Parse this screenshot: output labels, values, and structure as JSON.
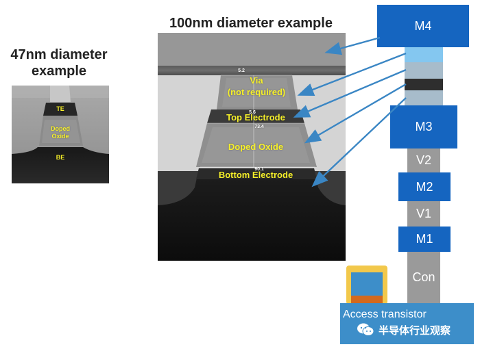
{
  "titles": {
    "small_example": "47nm diameter example",
    "large_example": "100nm diameter example"
  },
  "small_tem": {
    "labels": {
      "te": "TE",
      "doped_oxide": "Doped\nOxide",
      "be": "BE"
    }
  },
  "large_tem": {
    "labels": {
      "via": "Via",
      "via_note": "(not required)",
      "top_electrode": "Top Electrode",
      "doped_oxide": "Doped Oxide",
      "bottom_electrode": "Bottom Electrode"
    },
    "measurements": {
      "m1": "5.2",
      "m2": "5.6",
      "m3": "73.4",
      "m4": "90.1"
    }
  },
  "stack": {
    "m4": "M4",
    "m3": "M3",
    "v2": "V2",
    "m2": "M2",
    "v1": "V1",
    "m1": "M1",
    "con": "Con",
    "access_transistor": "Access transistor"
  },
  "watermark": {
    "text": "半导体行业观察",
    "icon": "wechat-icon"
  },
  "colors": {
    "metal": "#1565c0",
    "via": "#9a9a9a",
    "access": "#3d8ec9",
    "label_yellow": "#f6f02a",
    "arrow": "#3a86c4",
    "gate_border": "#f2c84b",
    "gate_orange": "#d2691e"
  }
}
